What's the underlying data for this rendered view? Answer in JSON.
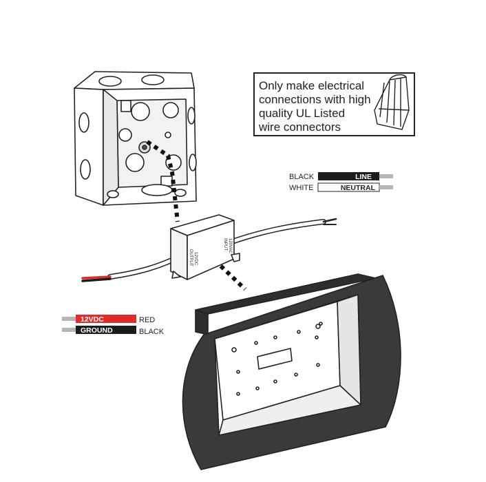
{
  "notice": {
    "lines": [
      "Only make electrical",
      "connections with high",
      "quality UL Listed",
      "wire connectors"
    ],
    "icon": "wire-nut-icon"
  },
  "input_wires": {
    "black_color_label": "BLACK",
    "line_label": "LINE",
    "white_color_label": "WHITE",
    "neutral_label": "NEUTRAL"
  },
  "output_wires": {
    "positive_label": "12VDC",
    "positive_color_label": "RED",
    "ground_label": "GROUND",
    "ground_color_label": "BLACK"
  },
  "driver": {
    "output_label": "OUTPUT",
    "output_voltage": "12VDC",
    "input_label": "INPUT",
    "input_voltage": "120VAC"
  },
  "colors": {
    "red_wire": "#e02b2b",
    "black_wire": "#1c1c1c",
    "fixture_bezel": "#3a3a3a",
    "lead_gray": "#b5b5b5"
  },
  "icons": [
    "junction-box-icon",
    "wire-nut-icon",
    "led-driver-icon",
    "recessed-fixture-icon"
  ]
}
